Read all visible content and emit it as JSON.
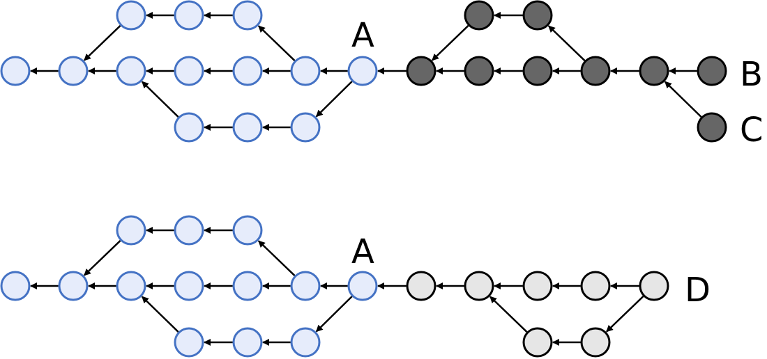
{
  "labels": {
    "top_a": "A",
    "top_b": "B",
    "top_c": "C",
    "bottom_a": "A",
    "bottom_d": "D"
  },
  "colors": {
    "blue_fill": "#e6ecfb",
    "blue_stroke": "#4472c4",
    "dark_fill": "#666666",
    "light_fill": "#e6e6e6",
    "edge": "#000000"
  }
}
